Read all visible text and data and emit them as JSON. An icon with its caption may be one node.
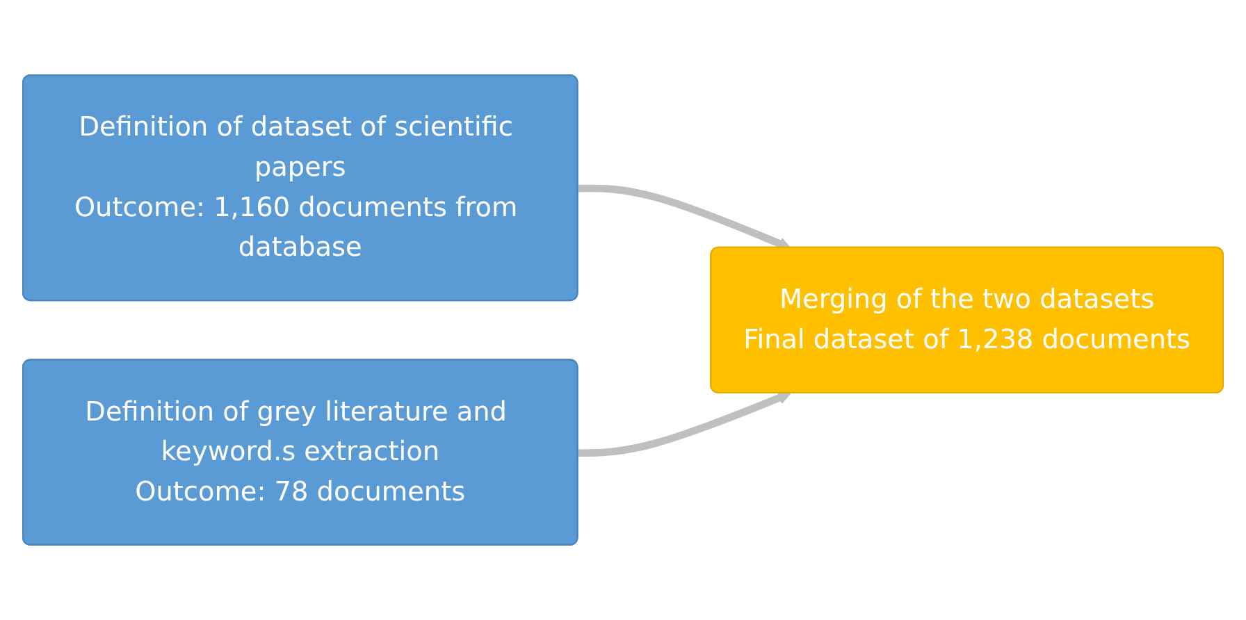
{
  "diagram": {
    "nodes": [
      {
        "text": [
          "Definition of dataset of scientific papers",
          "Outcome: 1,160 documents from database"
        ]
      },
      {
        "text": [
          "Definition of grey literature and keyword.s extraction",
          "Outcome: 78 documents"
        ]
      },
      {
        "text": [
          "Merging of the two datasets",
          "Final dataset of 1,238 documents"
        ]
      }
    ],
    "edges": [
      {
        "from": 0,
        "to": 2,
        "arrow": "to"
      },
      {
        "from": 1,
        "to": 2,
        "arrow": "to"
      }
    ]
  }
}
